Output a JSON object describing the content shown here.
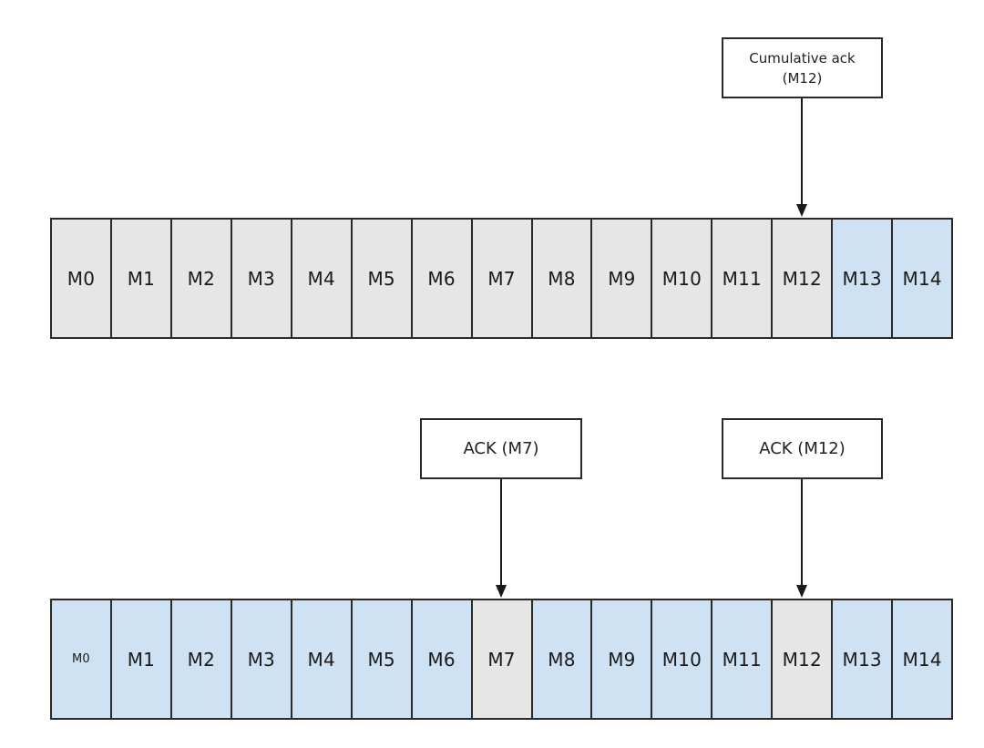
{
  "top_row": {
    "cells": [
      {
        "label": "M0",
        "state": "gray"
      },
      {
        "label": "M1",
        "state": "gray"
      },
      {
        "label": "M2",
        "state": "gray"
      },
      {
        "label": "M3",
        "state": "gray"
      },
      {
        "label": "M4",
        "state": "gray"
      },
      {
        "label": "M5",
        "state": "gray"
      },
      {
        "label": "M6",
        "state": "gray"
      },
      {
        "label": "M7",
        "state": "gray"
      },
      {
        "label": "M8",
        "state": "gray"
      },
      {
        "label": "M9",
        "state": "gray"
      },
      {
        "label": "M10",
        "state": "gray"
      },
      {
        "label": "M11",
        "state": "gray"
      },
      {
        "label": "M12",
        "state": "gray"
      },
      {
        "label": "M13",
        "state": "blue"
      },
      {
        "label": "M14",
        "state": "blue"
      }
    ]
  },
  "bottom_row": {
    "cells": [
      {
        "label": "M0",
        "state": "blue"
      },
      {
        "label": "M1",
        "state": "blue"
      },
      {
        "label": "M2",
        "state": "blue"
      },
      {
        "label": "M3",
        "state": "blue"
      },
      {
        "label": "M4",
        "state": "blue"
      },
      {
        "label": "M5",
        "state": "blue"
      },
      {
        "label": "M6",
        "state": "blue"
      },
      {
        "label": "M7",
        "state": "gray"
      },
      {
        "label": "M8",
        "state": "blue"
      },
      {
        "label": "M9",
        "state": "blue"
      },
      {
        "label": "M10",
        "state": "blue"
      },
      {
        "label": "M11",
        "state": "blue"
      },
      {
        "label": "M12",
        "state": "gray"
      },
      {
        "label": "M13",
        "state": "blue"
      },
      {
        "label": "M14",
        "state": "blue"
      }
    ]
  },
  "labels": {
    "cumulative_line1": "Cumulative ack",
    "cumulative_line2": "(M12)",
    "ack_m7": "ACK (M7)",
    "ack_m12": "ACK (M12)"
  },
  "colors": {
    "acked_gray": "#e6e6e6",
    "unacked_blue": "#cfe2f3",
    "border": "#2a2a2a"
  }
}
